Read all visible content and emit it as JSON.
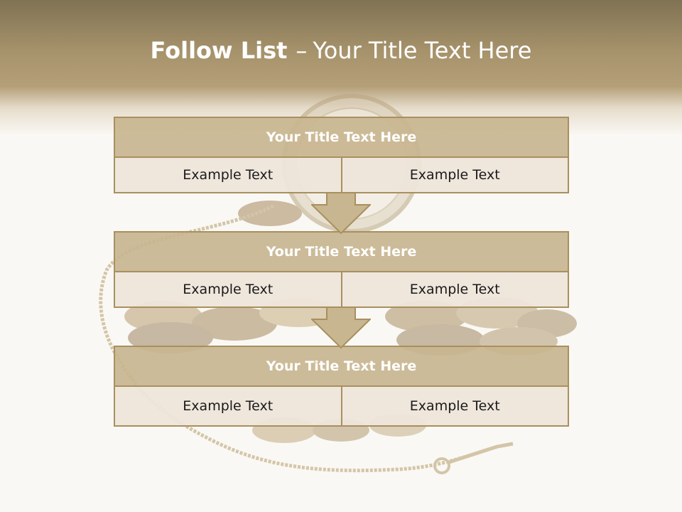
{
  "slide": {
    "title_bold": "Follow List",
    "title_dash": "–",
    "title_rest": "Your Title Text Here"
  },
  "blocks": [
    {
      "title": "Your Title Text Here",
      "left": "Example Text",
      "right": "Example Text"
    },
    {
      "title": "Your Title Text Here",
      "left": "Example Text",
      "right": "Example Text"
    },
    {
      "title": "Your Title Text Here",
      "left": "Example Text",
      "right": "Example Text"
    }
  ],
  "colors": {
    "header": "#a8946c",
    "block_title_fill": "#c8b690",
    "block_border": "#a8905e",
    "cell_fill": "#eee5da",
    "arrow_fill": "#c8b690"
  }
}
